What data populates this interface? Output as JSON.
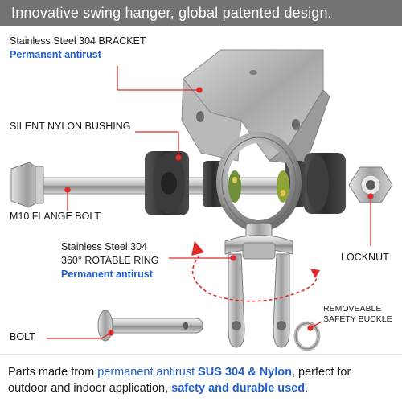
{
  "banner": {
    "title": "Innovative swing hanger, global patented design."
  },
  "labels": {
    "bracket_title": "Stainless Steel 304 BRACKET",
    "bracket_note": "Permanent antirust",
    "bushing": "SILENT NYLON BUSHING",
    "flange_bolt": "M10 FLANGE BOLT",
    "ring_title": "Stainless Steel 304",
    "ring_subtitle": "360° ROTABLE RING",
    "ring_note": "Permanent antirust",
    "locknut": "LOCKNUT",
    "bolt": "BOLT",
    "buckle_line1": "REMOVEABLE",
    "buckle_line2": "SAFETY BUCKLE"
  },
  "footer": {
    "part1": "Parts made from ",
    "part2": "permanent antirust",
    "part3": " SUS 304 & Nylon",
    "part4": ", perfect for",
    "part5": "outdoor and indoor application, ",
    "part6": "safety and durable used",
    "part7": "."
  },
  "colors": {
    "accent_blue": "#1f5fd1",
    "leader_red": "#e02a2a",
    "banner_gray": "#737373"
  }
}
